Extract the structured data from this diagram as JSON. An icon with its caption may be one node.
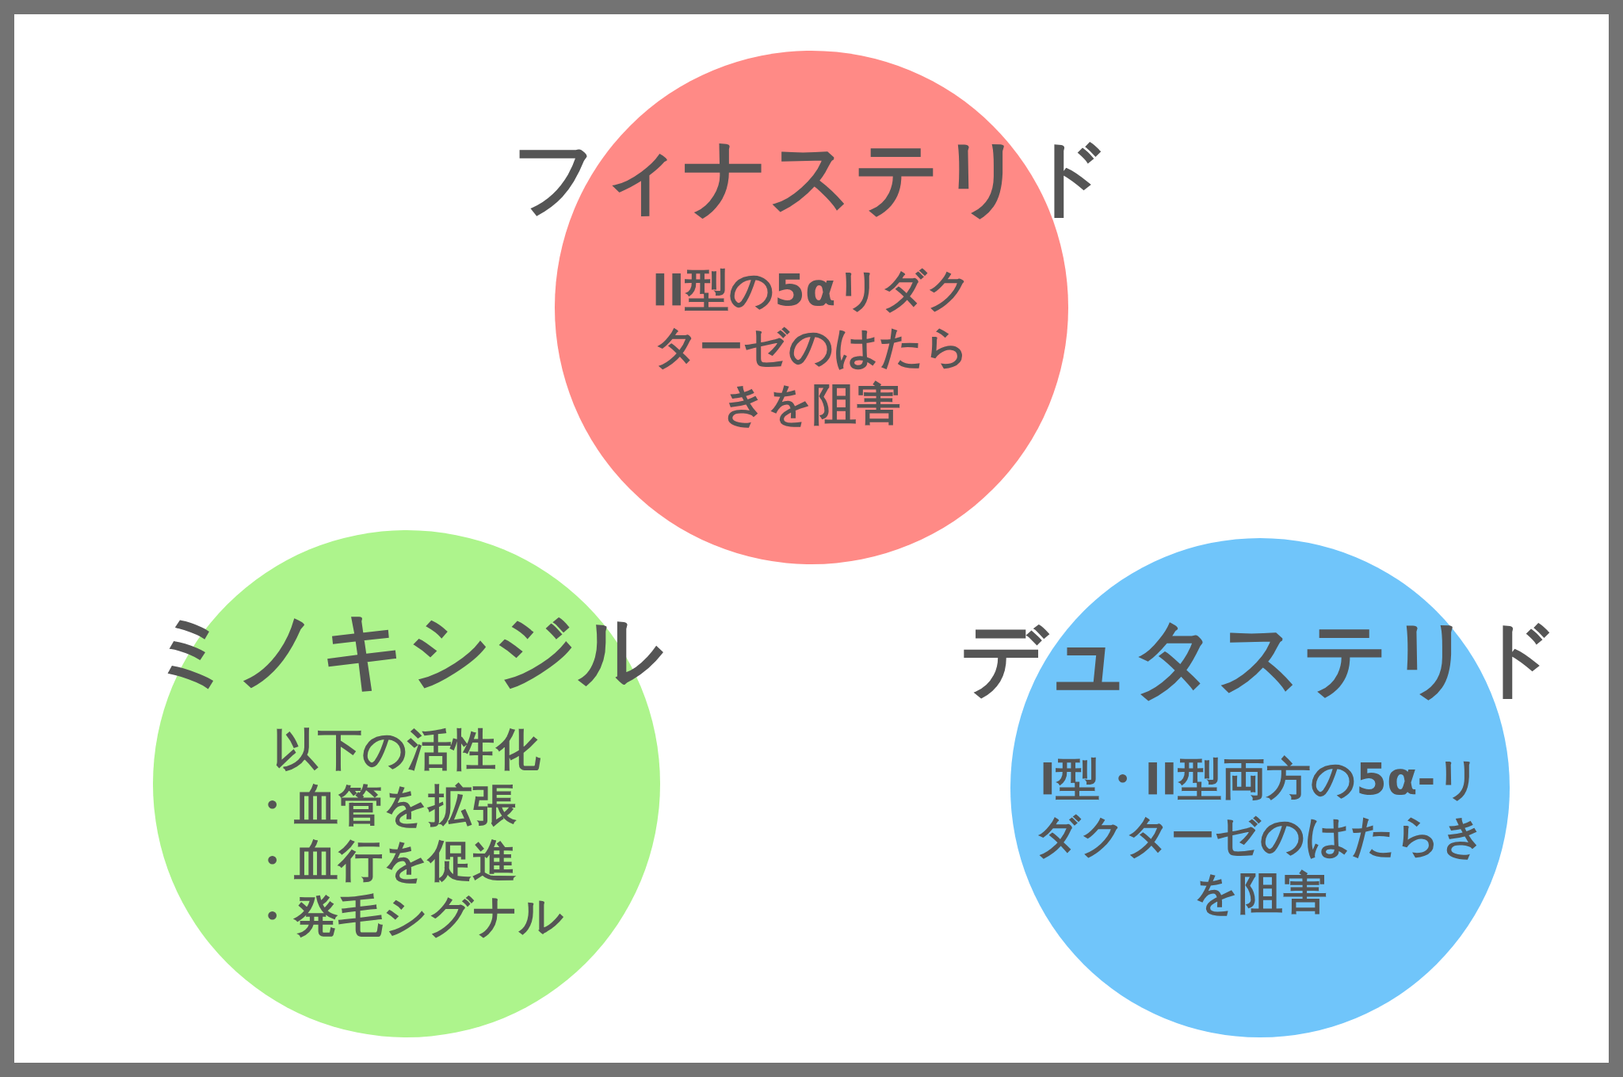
{
  "diagram": {
    "nodes": [
      {
        "text": [
          "フィナステリド",
          "II型の5αリダクターゼのはたらきを阻害"
        ]
      },
      {
        "text": [
          "ミノキシジル",
          "以下の活性化",
          "・血管を拡張",
          "・血行を促進",
          "・発毛シグナル"
        ]
      },
      {
        "text": [
          "デュタステリド",
          "I型・II型両方の5α-リダクターゼのはたらきを阻害"
        ]
      }
    ]
  }
}
